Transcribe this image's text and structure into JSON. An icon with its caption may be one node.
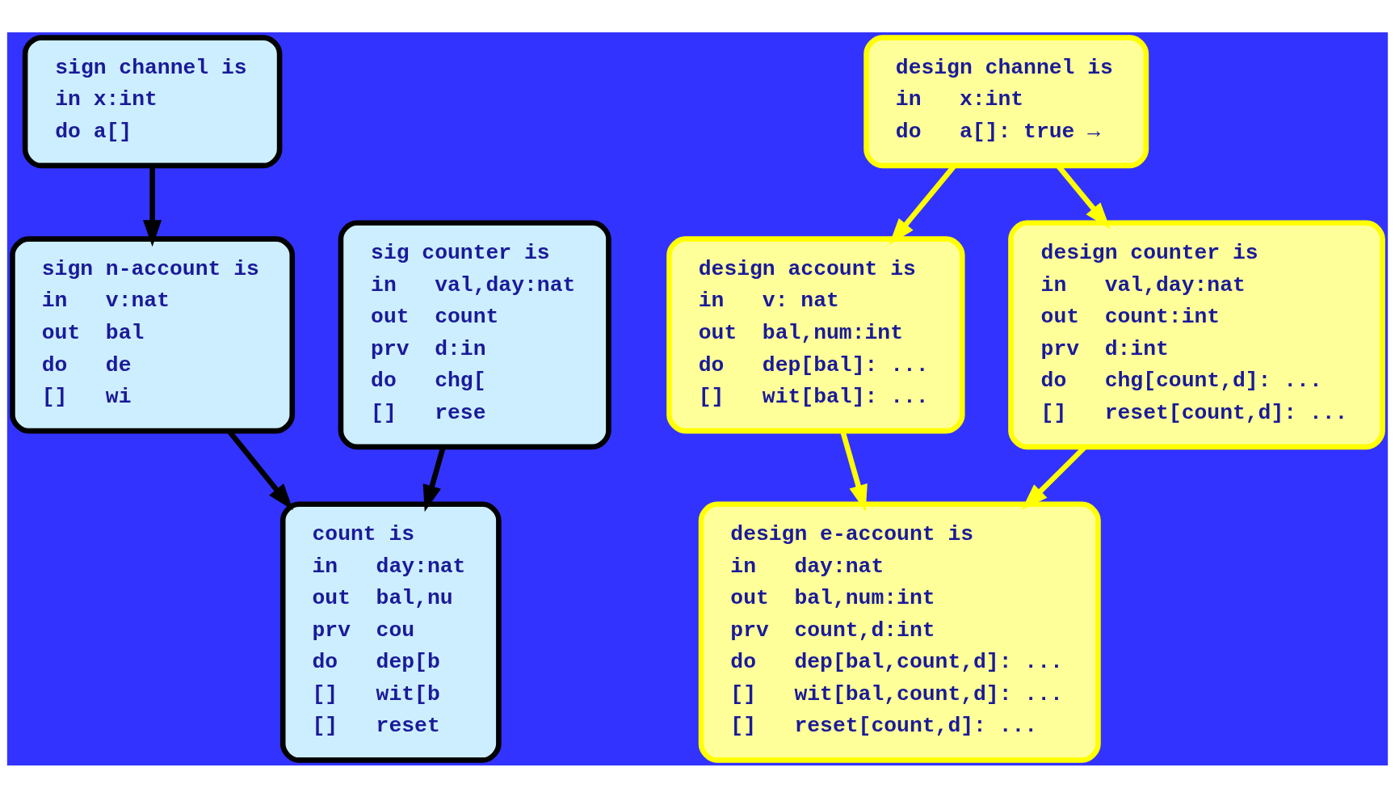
{
  "diagram": {
    "nodes": [
      {
        "text": [
          "sign channel is",
          "in x:int",
          "do a[]"
        ]
      },
      {
        "text": [
          "design channel is",
          "in   x:int",
          "do   a[]: true →"
        ]
      },
      {
        "text": [
          "sign n-account is",
          "in   v:nat",
          "out  bal",
          "do   de",
          "[]   wi"
        ]
      },
      {
        "text": [
          "sig counter is",
          "in   val,day:nat",
          "out  count",
          "prv  d:in",
          "do   chg[",
          "[]   rese"
        ]
      },
      {
        "text": [
          "design account is",
          "in   v: nat",
          "out  bal,num:int",
          "do   dep[bal]: ...",
          "[]   wit[bal]: ..."
        ]
      },
      {
        "text": [
          "design counter is",
          "in   val,day:nat",
          "out  count:int",
          "prv  d:int",
          "do   chg[count,d]: ...",
          "[]   reset[count,d]: ..."
        ]
      },
      {
        "text": [
          "count is",
          "in   day:nat",
          "out  bal,nu",
          "prv  cou",
          "do   dep[b",
          "[]   wit[b",
          "[]   reset"
        ]
      },
      {
        "text": [
          "design e-account is",
          "in   day:nat",
          "out  bal,num:int",
          "prv  count,d:int",
          "do   dep[bal,count,d]: ...",
          "[]   wit[bal,count,d]: ...",
          "[]   reset[count,d]: ..."
        ]
      }
    ],
    "edges": [
      {
        "from": 0,
        "to": 2,
        "arrow": "to",
        "color": "#000000"
      },
      {
        "from": 2,
        "to": 6,
        "arrow": "to",
        "color": "#000000"
      },
      {
        "from": 3,
        "to": 6,
        "arrow": "to",
        "color": "#000000"
      },
      {
        "from": 1,
        "to": 4,
        "arrow": "to"
      },
      {
        "from": 1,
        "to": 5,
        "arrow": "to"
      },
      {
        "from": 4,
        "to": 7,
        "arrow": "to"
      },
      {
        "from": 5,
        "to": 7,
        "arrow": "to"
      }
    ]
  }
}
